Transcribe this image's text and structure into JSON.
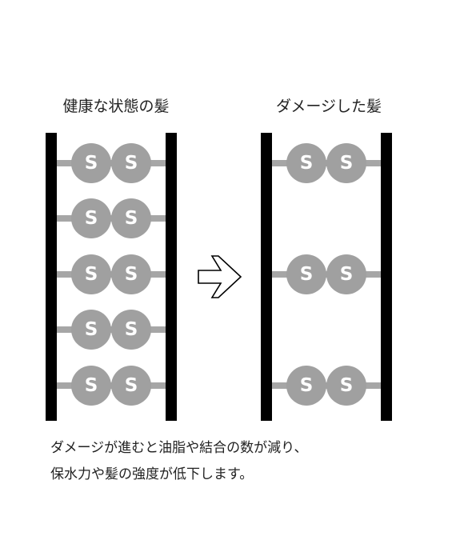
{
  "labels": {
    "healthy_title": "健康な状態の髪",
    "damaged_title": "ダメージした髪",
    "bead_letter": "S"
  },
  "caption": {
    "line1": "ダメージが進むと油脂や結合の数が減り、",
    "line2": "保水力や髪の強度が低下します。"
  },
  "colors": {
    "rail": "#000000",
    "bond": "#a6a6a6",
    "bead": "#a0a0a0",
    "bead_text": "#ffffff",
    "text": "#222222"
  },
  "icons": {
    "arrow": "right-arrow-outline-icon"
  },
  "diagram": {
    "healthy_bond_count": 5,
    "damaged_bond_count": 3
  }
}
